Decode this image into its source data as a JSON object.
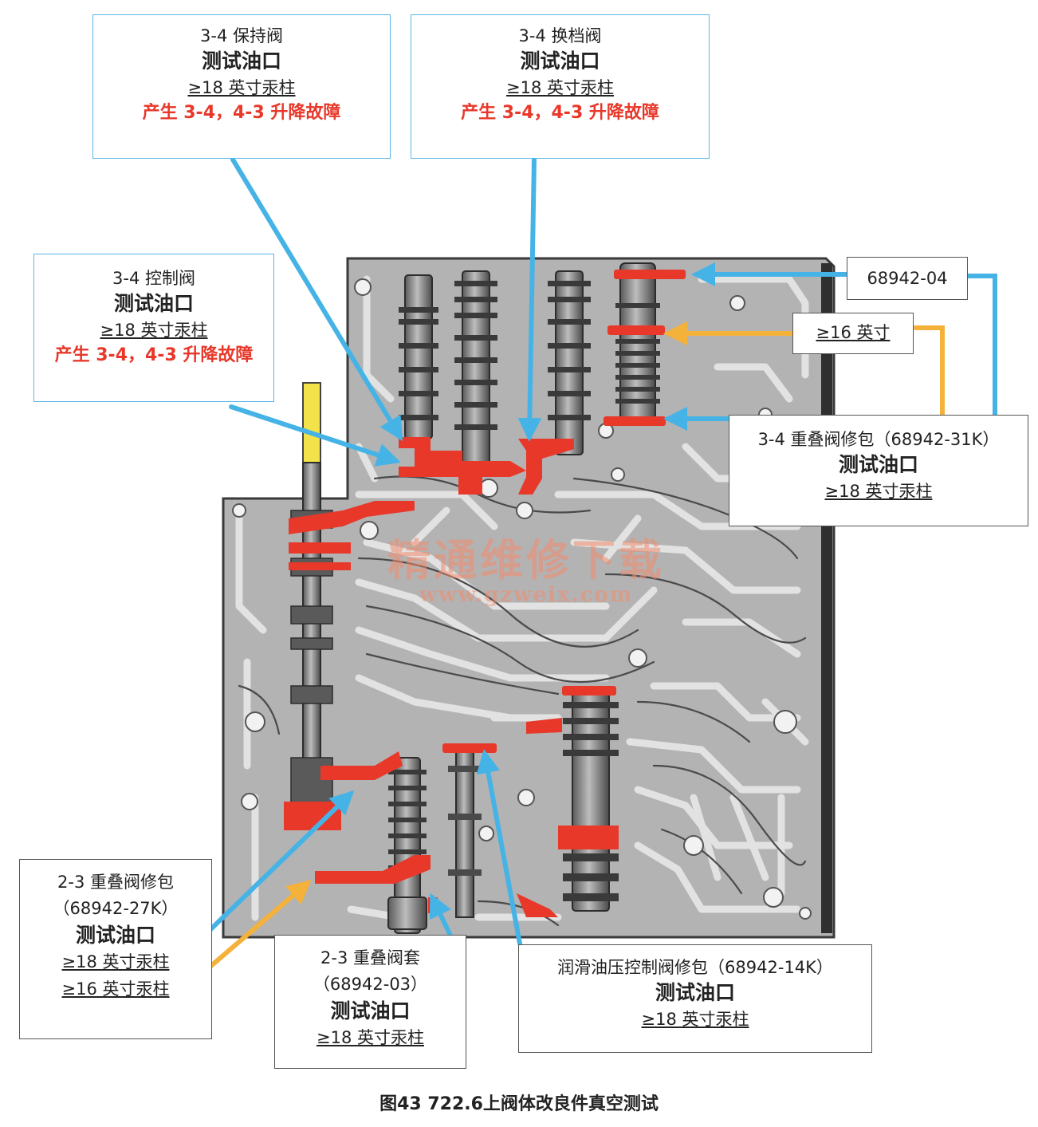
{
  "callouts": {
    "hold_34": {
      "name": "3-4 保持阀",
      "port": "测试油口",
      "spec": "≥18 英寸汞柱",
      "warn": "产生 3-4，4-3 升降故障"
    },
    "shift_34": {
      "name": "3-4 换档阀",
      "port": "测试油口",
      "spec": "≥18 英寸汞柱",
      "warn": "产生 3-4，4-3 升降故障"
    },
    "control_34": {
      "name": "3-4 控制阀",
      "port": "测试油口",
      "spec": "≥18 英寸汞柱",
      "warn": "产生 3-4，4-3 升降故障"
    },
    "part_68942_04": {
      "label": "68942-04"
    },
    "inch16": {
      "label": "≥16 英寸"
    },
    "overlap_34": {
      "name": "3-4 重叠阀修包（68942-31K）",
      "port": "测试油口",
      "spec": "≥18 英寸汞柱"
    },
    "overlap_23_kit": {
      "name": "2-3 重叠阀修包",
      "part": "（68942-27K）",
      "port": "测试油口",
      "spec1": "≥18 英寸汞柱",
      "spec2": "≥16 英寸汞柱"
    },
    "sleeve_23": {
      "name": "2-3 重叠阀套",
      "part": "（68942-03）",
      "port": "测试油口",
      "spec": "≥18 英寸汞柱"
    },
    "lube": {
      "name": "润滑油压控制阀修包（68942-14K）",
      "port": "测试油口",
      "spec": "≥18 英寸汞柱"
    }
  },
  "watermark": {
    "line1": "精通维修下载",
    "line2": "www.gzweix.com"
  },
  "caption": "图43  722.6上阀体改良件真空测试",
  "colors": {
    "pointer_blue": "#46b3e6",
    "pointer_orange": "#f5b23a",
    "highlight_red": "#e8382a",
    "valve_body_gray": "#a9a9a9",
    "channel_light": "#dcdcdc"
  }
}
